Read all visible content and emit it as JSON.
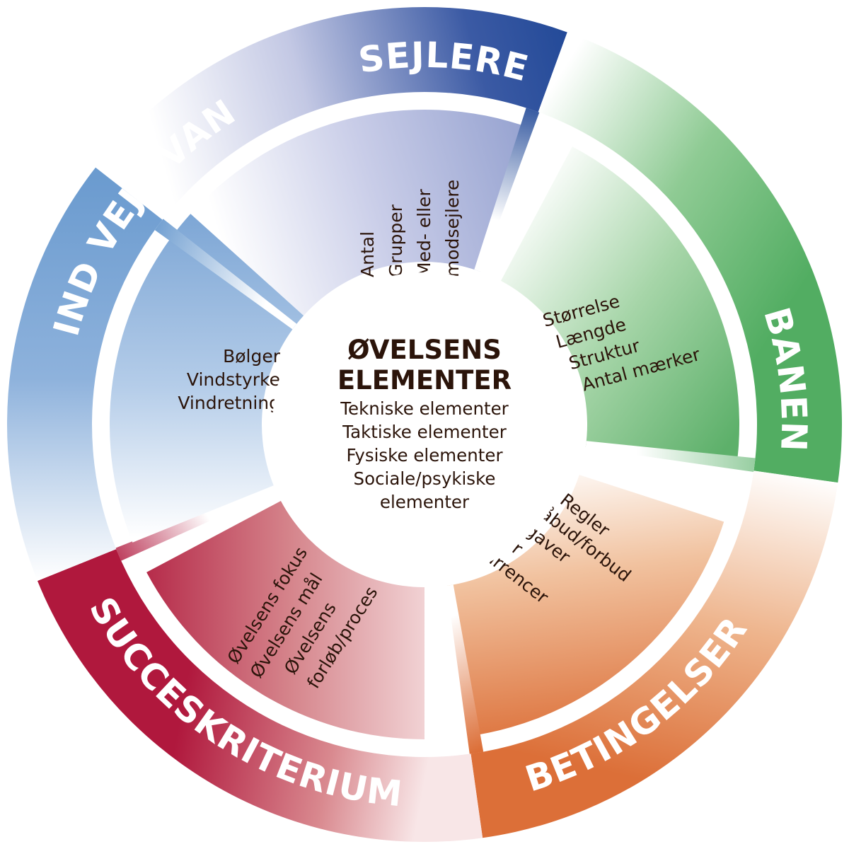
{
  "center": {
    "title_lines": [
      "ØVELSENS",
      "ELEMENTER"
    ],
    "items": [
      "Tekniske elementer",
      "Taktiske elementer",
      "Fysiske elementer",
      "Sociale/psykiske",
      "elementer"
    ]
  },
  "sectors": [
    {
      "id": "sejlere",
      "label": "SEJLERE",
      "color": "#1f4796",
      "fade_color": "#c7cbe6",
      "panel_color": "#8d9bcc",
      "items": [
        "Antal",
        "Grupper",
        "Med- eller",
        "modsejlere"
      ]
    },
    {
      "id": "banen",
      "label": "BANEN",
      "color": "#52ad62",
      "fade_color": "#e4f2e4",
      "panel_color": "#6fb877",
      "items": [
        "Størrelse",
        "Længde",
        "Struktur",
        "Antal mærker"
      ]
    },
    {
      "id": "betingelser",
      "label": "BETINGELSER",
      "color": "#dc6f38",
      "fade_color": "#f6d6bd",
      "panel_color": "#e28a55",
      "items": [
        "Regler",
        "Påbud/forbud",
        "Opgaver",
        "Roller",
        "Konkurrencer"
      ]
    },
    {
      "id": "succeskriterium",
      "label": "SUCCESKRITERIUM",
      "color": "#b0183d",
      "fade_color": "#eec6cb",
      "panel_color": "#c0405a",
      "items": [
        "Øvelsens fokus",
        "Øvelsens mål",
        "Øvelsens",
        "forløb/proces"
      ]
    },
    {
      "id": "vind-vejr-vand",
      "label": "VIND VEJR VAND",
      "color": "#6b9bcf",
      "fade_color": "#ffffff",
      "panel_color": "#7fa8d6",
      "items": [
        "Bølger",
        "Vindstyrke",
        "Vindretning"
      ]
    }
  ]
}
